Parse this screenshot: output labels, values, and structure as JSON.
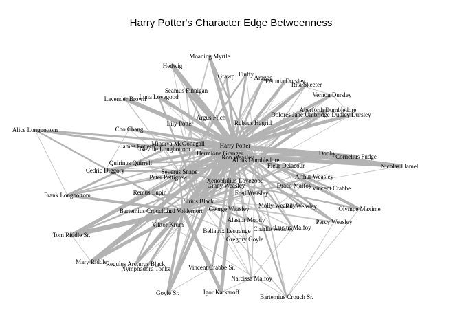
{
  "chart_data": {
    "type": "network",
    "title": "Harry Potter's Character Edge Betweenness",
    "hubs": [
      "Harry Potter",
      "Ron Weasley",
      "Hermione Granger",
      "Albus Dumbledore",
      "Lord Voldemort",
      "Sirius Black",
      "Severus Snape"
    ],
    "nodes": [
      "Moaning Myrtle",
      "Hedwig",
      "Grawp",
      "Fluffy",
      "Aragog",
      "Petunia Dursley",
      "Rita Skeeter",
      "Seamus Finnigan",
      "Vernon Dursley",
      "Lavender Brown",
      "Luna Lovegood",
      "Aberforth Dumbledore",
      "Dolores Jane Umbridge",
      "Dudley Dursley",
      "Argus Filch",
      "Rubeus Hagrid",
      "Lily Potter",
      "Alice Longbottom",
      "Cho Chang",
      "Harry Potter",
      "Minerva McGonagall",
      "James Potter",
      "Neville Longbottom",
      "Hermione Granger",
      "Dobby",
      "Cornelius Fudge",
      "Ron Weasley",
      "Albus Dumbledore",
      "Quirinus Quirrell",
      "Nicolas Flamel",
      "Fleur Delacour",
      "Cedric Diggory",
      "Severus Snape",
      "Peter Pettigrew",
      "Arthur Weasley",
      "Xenophilius Lovegood",
      "Ginny Weasley",
      "Draco Malfoy",
      "Vincent Crabbe",
      "Remus Lupin",
      "Fred Weasley",
      "Frank Longbottom",
      "Sirius Black",
      "Molly Weasley",
      "Bill Weasley",
      "Olympe Maxime",
      "Bartemius Crouch Jr.",
      "Lord Voldemort",
      "George Weasley",
      "Alastor Moody",
      "Percy Weasley",
      "Viktor Krum",
      "Lucius Malfoy",
      "Charlie Weasley",
      "Bellatrix Lestrange",
      "Tom Riddle Sr.",
      "Gregory Goyle",
      "Mary Riddle",
      "Regulus Arcturus Black",
      "Nymphadora Tonks",
      "Vincent Crabbe Sr.",
      "Narcissa Malfoy",
      "Goyle Sr.",
      "Igor Karkaroff",
      "Bartemius Crouch Sr."
    ],
    "edge_color": "#b3b3b3",
    "layout": "force-directed",
    "edge_width_encodes": "edge betweenness"
  }
}
